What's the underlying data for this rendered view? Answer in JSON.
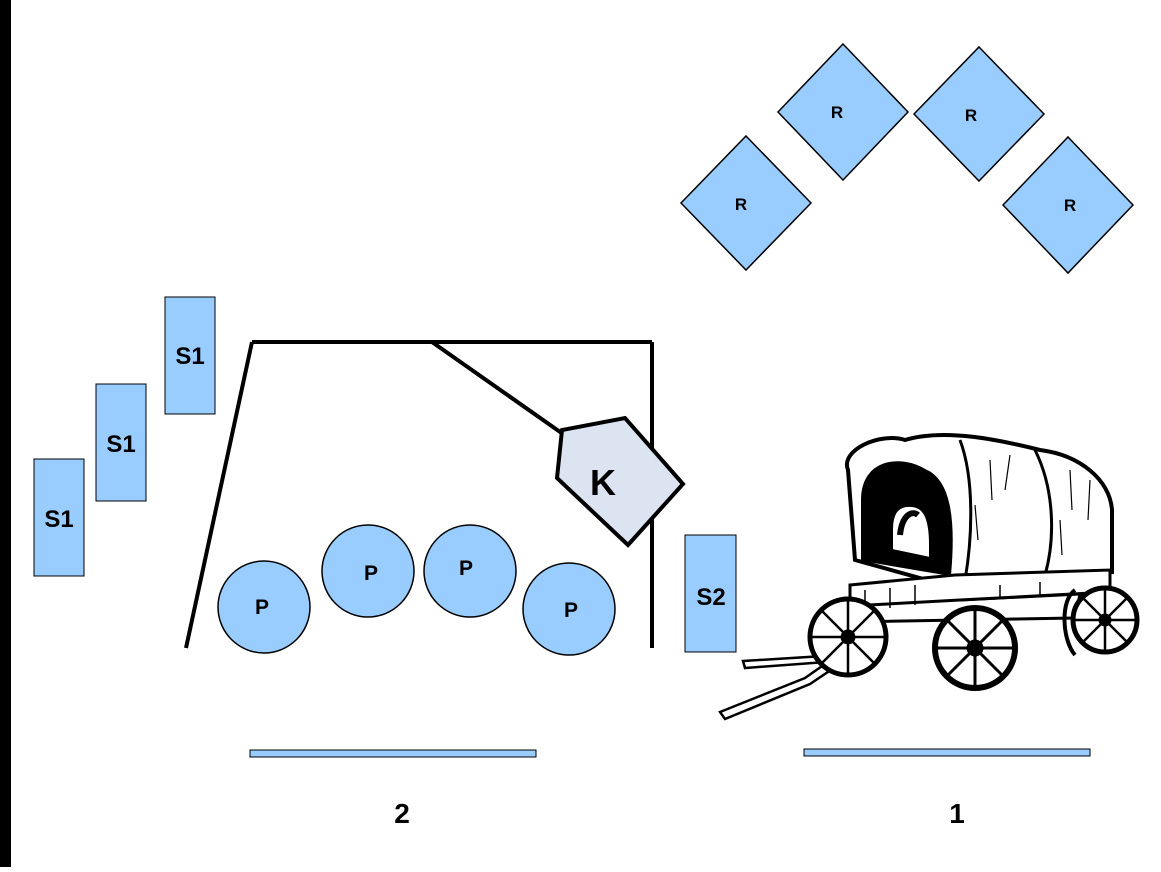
{
  "colors": {
    "shape_fill": "#99ccff",
    "kiosk_fill": "#dbe4f0",
    "outline": "#000000",
    "background": "#ffffff"
  },
  "labels": {
    "s1_top": "S1",
    "s1_middle": "S1",
    "s1_bottom": "S1",
    "s2": "S2",
    "k": "K",
    "p1": "P",
    "p2": "P",
    "p3": "P",
    "p4": "P",
    "r1": "R",
    "r2": "R",
    "r3": "R",
    "r4": "R",
    "zone_2": "2",
    "zone_1": "1"
  },
  "icons": {
    "wagon": "covered-wagon-icon"
  }
}
